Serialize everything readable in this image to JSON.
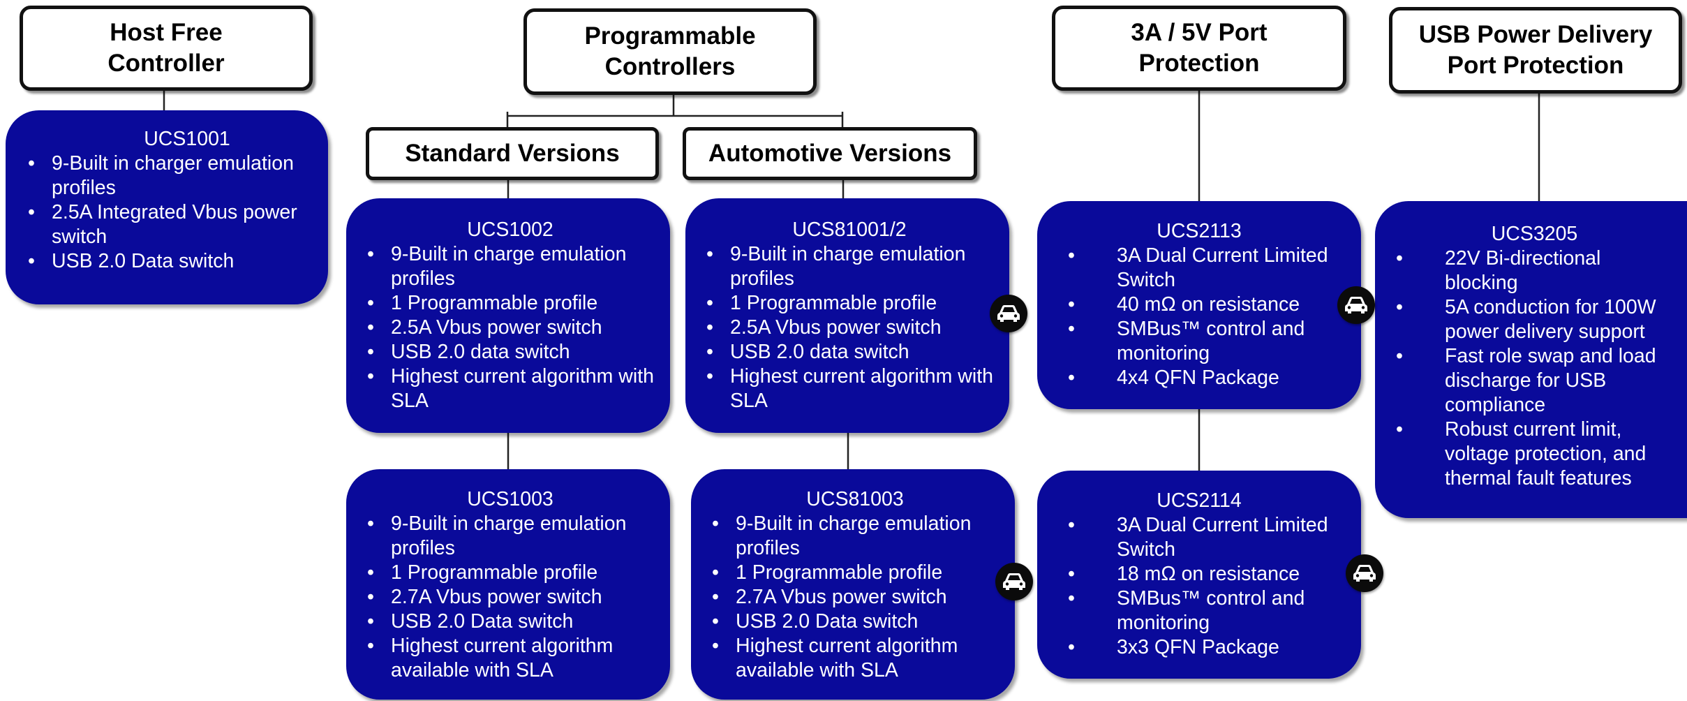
{
  "headers": {
    "host_free": [
      "Host Free",
      "Controller"
    ],
    "programmable": [
      "Programmable",
      "Controllers"
    ],
    "port_protection": [
      "3A / 5V Port",
      "Protection"
    ],
    "usb_pd": [
      "USB Power Delivery",
      "Port Protection"
    ]
  },
  "subheaders": {
    "standard": "Standard Versions",
    "automotive": "Automotive Versions"
  },
  "cards": {
    "ucs1001": {
      "title": "UCS1001",
      "bullets": [
        "9-Built in charger emulation profiles",
        "2.5A Integrated Vbus power switch",
        "USB 2.0 Data switch"
      ]
    },
    "ucs1002": {
      "title": "UCS1002",
      "bullets": [
        "9-Built in charge emulation profiles",
        "1 Programmable profile",
        "2.5A Vbus power switch",
        "USB 2.0 data switch",
        "Highest current algorithm with SLA"
      ]
    },
    "ucs81001_2": {
      "title": "UCS81001/2",
      "bullets": [
        "9-Built in charge emulation profiles",
        "1 Programmable profile",
        "2.5A Vbus power switch",
        "USB 2.0 data switch",
        "Highest current algorithm with SLA"
      ]
    },
    "ucs1003": {
      "title": "UCS1003",
      "bullets": [
        "9-Built in charge emulation profiles",
        "1 Programmable profile",
        "2.7A Vbus power switch",
        "USB 2.0 Data switch",
        "Highest current algorithm available with SLA"
      ]
    },
    "ucs81003": {
      "title": "UCS81003",
      "bullets": [
        "9-Built in charge emulation profiles",
        "1 Programmable profile",
        "2.7A Vbus power switch",
        "USB 2.0 Data switch",
        "Highest current algorithm available with SLA"
      ]
    },
    "ucs2113": {
      "title": "UCS2113",
      "bullets": [
        "3A Dual Current Limited Switch",
        "40 mΩ on resistance",
        "SMBus™ control and monitoring",
        "4x4 QFN Package"
      ]
    },
    "ucs2114": {
      "title": "UCS2114",
      "bullets": [
        "3A Dual Current Limited Switch",
        "18 mΩ on resistance",
        "SMBus™ control and monitoring",
        "3x3 QFN Package"
      ]
    },
    "ucs3205": {
      "title": "UCS3205",
      "bullets": [
        "22V Bi-directional blocking",
        "5A conduction for 100W power delivery support",
        "Fast role swap and load discharge for USB compliance",
        "Robust current limit, voltage protection, and thermal fault features"
      ]
    }
  },
  "icons": {
    "automotive": "car-icon"
  },
  "colors": {
    "card_fill": "#0a0a9a",
    "card_text": "#ffffff",
    "header_border": "#111111",
    "icon_fill": "#0b0b0b"
  }
}
